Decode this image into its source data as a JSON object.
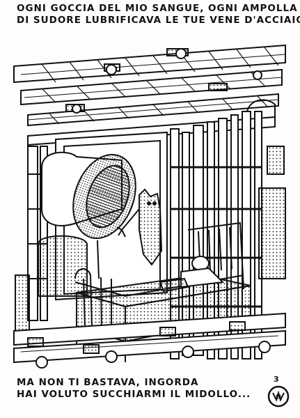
{
  "caption_top": {
    "line1": "OGNI GOCCIA DEL MIO SANGUE, OGNI AMPOLLA",
    "line2": "DI SUDORE LUBRIFICAVA LE TUE VENE D'ACCIAIO"
  },
  "caption_bottom": {
    "line1": "MA NON TI BASTAVA, INGORDA",
    "line2": "HAI VOLUTO SUCCHIARMI IL MIDOLLO..."
  },
  "page_number": "3",
  "colors": {
    "ink": "#111111",
    "paper": "#fdfdfb"
  }
}
